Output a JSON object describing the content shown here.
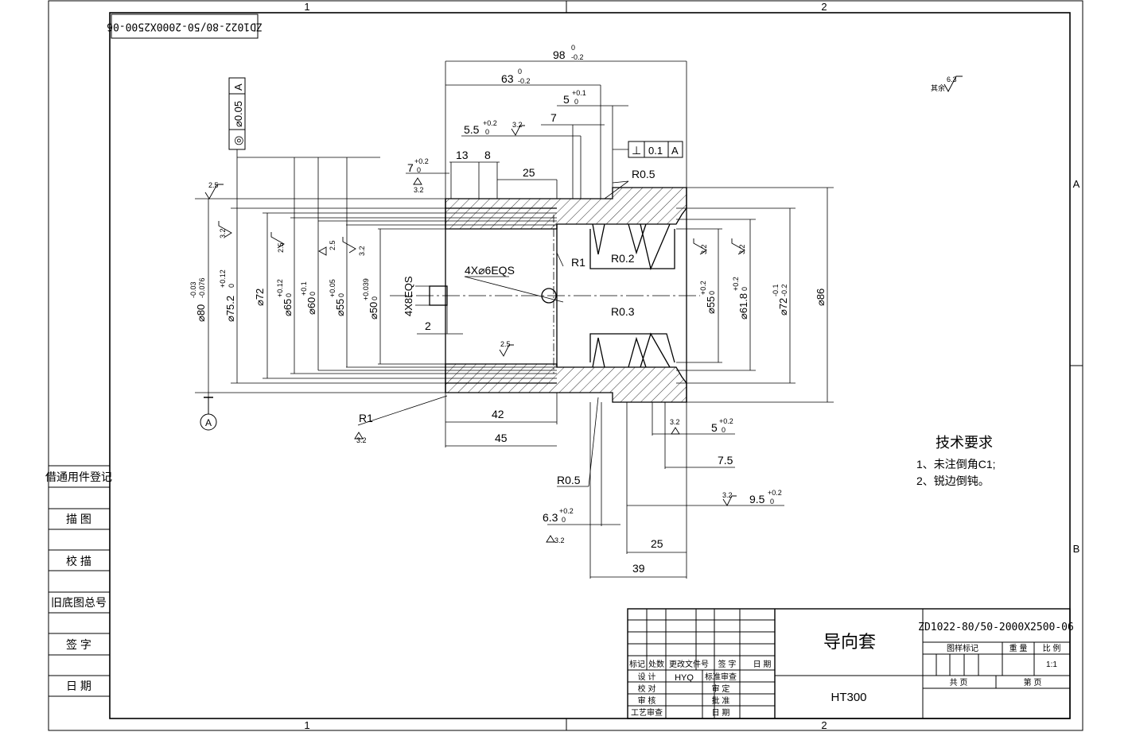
{
  "frame": {
    "zone_top": [
      "1",
      "2"
    ],
    "zone_bottom": [
      "1",
      "2"
    ],
    "zone_right": [
      "A",
      "B"
    ]
  },
  "drawing_number_rotated": "ZD1022-80/50-2000X2500-06",
  "left_column": [
    "借通用件登记",
    "描 图",
    "校 描",
    "旧底图总号",
    "签 字",
    "日 期"
  ],
  "surface_note": {
    "label": "其余",
    "value": "6.3"
  },
  "tech_requirements": {
    "title": "技术要求",
    "items": [
      "1、未注倒角C1;",
      "2、锐边倒钝。"
    ]
  },
  "gdt": {
    "datum": "A",
    "coaxiality": {
      "symbol": "◎",
      "value": "⌀0.05",
      "datum": "A"
    },
    "perpendicularity": {
      "symbol": "⊥",
      "value": "0.1",
      "datum": "A"
    }
  },
  "dimensions": {
    "top_98": {
      "value": "98",
      "upper": "0",
      "lower": "-0.2"
    },
    "top_63": {
      "value": "63",
      "upper": "0",
      "lower": "-0.2"
    },
    "top_5": {
      "value": "5",
      "upper": "+0.1",
      "lower": "0"
    },
    "top_7": "7",
    "top_5_5": {
      "value": "5.5",
      "upper": "+0.2",
      "lower": "0"
    },
    "top_7b": {
      "value": "7",
      "upper": "+0.2",
      "lower": "0"
    },
    "top_13": "13",
    "top_8": "8",
    "top_25": "25",
    "r05_top": "R0.5",
    "r1_in": "R1",
    "r02": "R0.2",
    "r03": "R0.3",
    "holes": "4X⌀6EQS",
    "slots": "4X8EQS",
    "dim_2": "2",
    "d80": {
      "value": "⌀80",
      "upper": "-0.03",
      "lower": "-0.076"
    },
    "d75": {
      "value": "⌀75.2",
      "upper": "+0.12",
      "lower": "0"
    },
    "d72": "⌀72",
    "d65": {
      "value": "⌀65",
      "upper": "+0.12",
      "lower": "0"
    },
    "d60": {
      "value": "⌀60",
      "upper": "+0.1",
      "lower": "0"
    },
    "d55": {
      "value": "⌀55",
      "upper": "+0.05",
      "lower": "0"
    },
    "d50": {
      "value": "⌀50",
      "upper": "+0.039",
      "lower": "0"
    },
    "d55r": {
      "value": "⌀55",
      "upper": "+0.2",
      "lower": "0"
    },
    "d61": {
      "value": "⌀61.8",
      "upper": "+0.2",
      "lower": "0"
    },
    "d72r": {
      "value": "⌀72",
      "upper": "-0.1",
      "lower": "-0.2"
    },
    "d86": "⌀86",
    "bottom_42": "42",
    "bottom_45": "45",
    "r1_out": "R1",
    "r05_bot": "R0.5",
    "dim_5b": {
      "value": "5",
      "upper": "+0.2",
      "lower": "0"
    },
    "dim_7_5": "7.5",
    "dim_9_5": {
      "value": "9.5",
      "upper": "+0.2",
      "lower": "0"
    },
    "dim_6_3": {
      "value": "6.3",
      "upper": "+0.2",
      "lower": "0"
    },
    "dim_25b": "25",
    "dim_39": "39"
  },
  "roughness": {
    "r25": "2.5",
    "r32": "3.2"
  },
  "title_block": {
    "part_name": "导向套",
    "material": "HT300",
    "drawing_no": "ZD1022-80/50-2000X2500-06",
    "rev_headers": [
      "标记",
      "处数",
      "更改文件号",
      "签 字",
      "日 期"
    ],
    "roles_left": [
      "设 计",
      "校 对",
      "审 核",
      "工艺审查"
    ],
    "designer": "HYQ",
    "roles_right": [
      "标准审查",
      "审 定",
      "批 准",
      "日 期"
    ],
    "mark_headers": [
      "图样标记",
      "重 量",
      "比 例"
    ],
    "scale": "1:1",
    "sheet_total": "共   页",
    "sheet_no": "第   页"
  }
}
